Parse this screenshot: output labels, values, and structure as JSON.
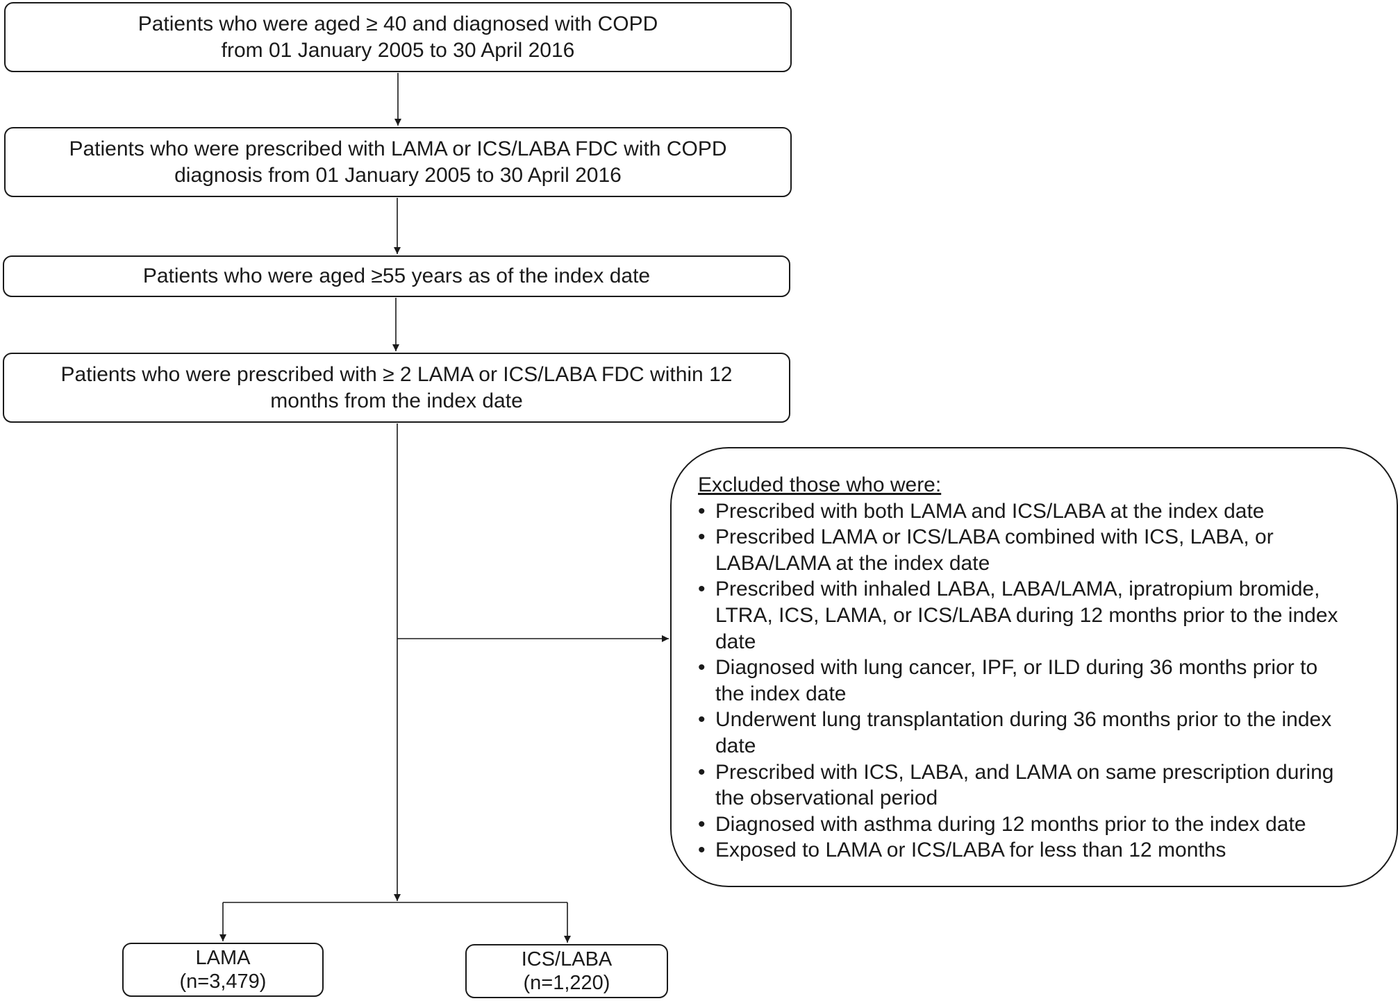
{
  "boxes": {
    "step1": [
      "Patients who were aged ≥ 40 and diagnosed with COPD",
      "from 01 January 2005 to 30 April 2016"
    ],
    "step2": [
      "Patients who were prescribed with LAMA or ICS/LABA FDC with COPD",
      "diagnosis from 01 January 2005 to 30 April 2016"
    ],
    "step3": [
      "Patients who were aged ≥55 years as of the index date"
    ],
    "step4": [
      "Patients who were prescribed with ≥ 2 LAMA or ICS/LABA FDC within 12",
      "months from the index date"
    ],
    "lama": [
      "LAMA",
      "(n=3,479)"
    ],
    "icslaba": [
      "ICS/LABA",
      "(n=1,220)"
    ]
  },
  "exclusion": {
    "heading": "Excluded those who were:",
    "bullet": "•",
    "items": [
      [
        "Prescribed with both LAMA and ICS/LABA at the index date"
      ],
      [
        "Prescribed LAMA or ICS/LABA combined with ICS, LABA, or",
        "LABA/LAMA at the index date"
      ],
      [
        "Prescribed with inhaled LABA, LABA/LAMA, ipratropium bromide,",
        "LTRA, ICS, LAMA, or ICS/LABA during 12 months prior to the index",
        "date"
      ],
      [
        "Diagnosed with lung cancer, IPF, or ILD during 36 months prior to",
        "the index date"
      ],
      [
        "Underwent lung transplantation during 36 months prior to the index",
        "date"
      ],
      [
        "Prescribed with ICS, LABA, and LAMA on same prescription during",
        "the observational period"
      ],
      [
        "Diagnosed with asthma during 12 months prior to the index date"
      ],
      [
        "Exposed to LAMA or ICS/LABA for less than 12 months"
      ]
    ]
  }
}
